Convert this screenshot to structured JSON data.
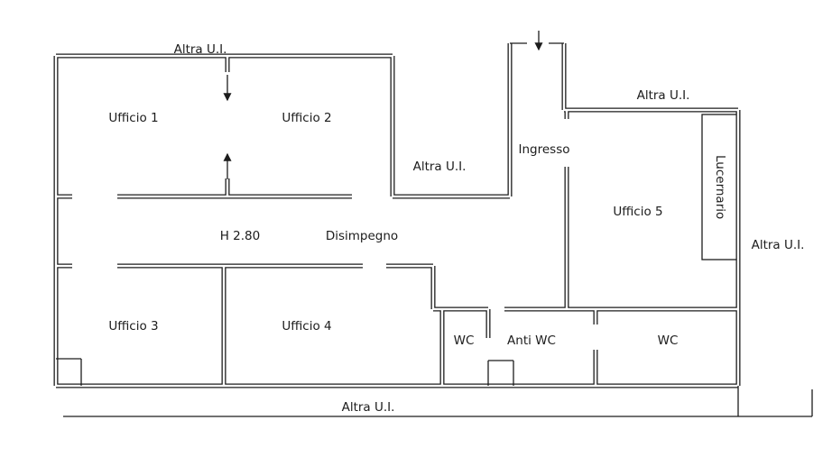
{
  "plan": {
    "rooms": {
      "ufficio1": "Ufficio 1",
      "ufficio2": "Ufficio 2",
      "ufficio3": "Ufficio 3",
      "ufficio4": "Ufficio 4",
      "ufficio5": "Ufficio 5",
      "ingresso": "Ingresso",
      "disimpegno": "Disimpegno",
      "wc_left": "WC",
      "anti_wc": "Anti WC",
      "wc_right": "WC",
      "lucernario": "Lucernario"
    },
    "annotations": {
      "ceiling_height": "H 2.80",
      "altra_ui_top": "Altra U.I.",
      "altra_ui_center": "Altra U.I.",
      "altra_ui_upper_right": "Altra U.I.",
      "altra_ui_right": "Altra U.I.",
      "altra_ui_bottom": "Altra U.I."
    },
    "icons": {
      "door_arrow_down": "↓",
      "door_arrow_up": "↑",
      "entrance_arrow_down": "↓"
    },
    "colors": {
      "wall": "#1c1c1c",
      "background": "#ffffff",
      "text": "#1c1c1c"
    }
  }
}
